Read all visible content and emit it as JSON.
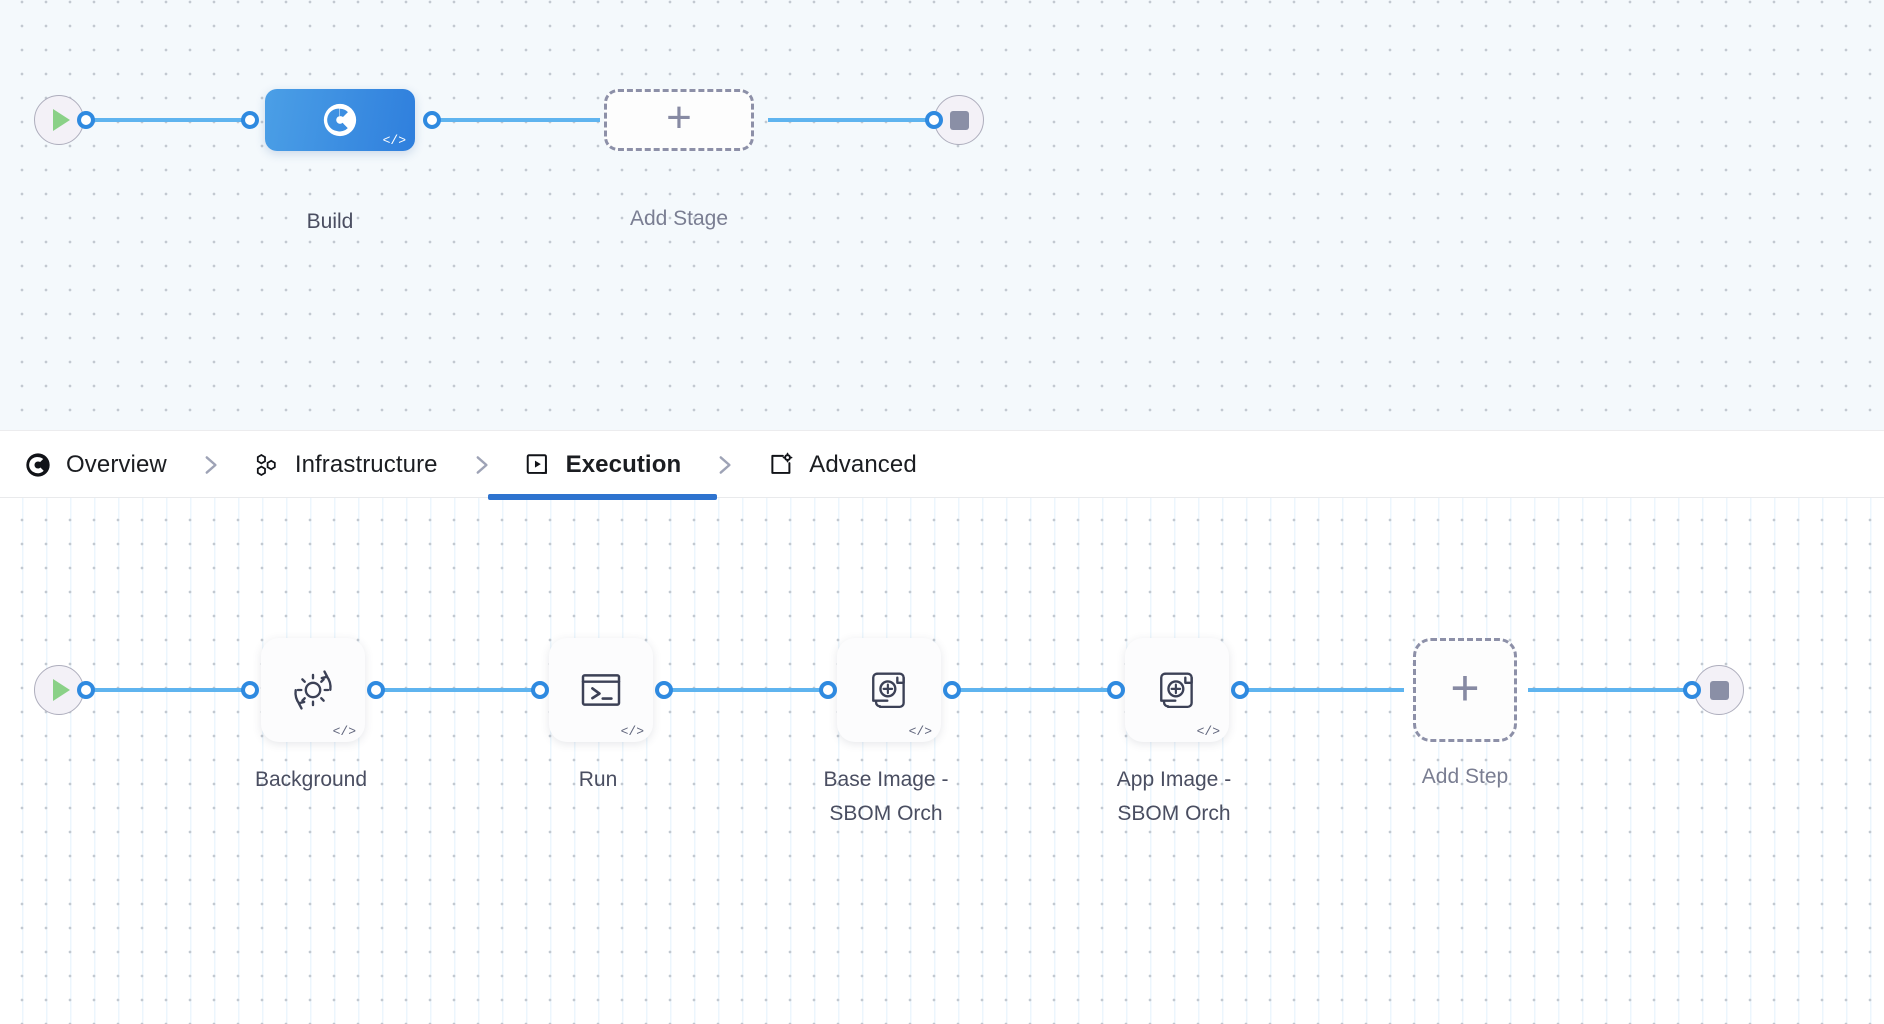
{
  "stage_canvas": {
    "name": "pipeline-stage-canvas",
    "start_node": {
      "icon": "play-icon",
      "label": ""
    },
    "end_node": {
      "icon": "stop-icon",
      "label": ""
    },
    "nodes": [
      {
        "id": "build",
        "type": "stage",
        "label": "Build",
        "icon": "harness-ci-build-icon",
        "badge": "</>"
      },
      {
        "id": "add-stage",
        "type": "add",
        "label": "Add Stage",
        "icon": "plus-icon",
        "badge": ""
      }
    ]
  },
  "tabs": {
    "name": "stage-config-tabs",
    "separator_icon": "chevron-right-icon",
    "items": [
      {
        "id": "overview",
        "label": "Overview",
        "icon": "overview-icon",
        "active": false
      },
      {
        "id": "infrastructure",
        "label": "Infrastructure",
        "icon": "infrastructure-icon",
        "active": false
      },
      {
        "id": "execution",
        "label": "Execution",
        "icon": "execution-icon",
        "active": true
      },
      {
        "id": "advanced",
        "label": "Advanced",
        "icon": "advanced-icon",
        "active": false
      }
    ],
    "active_tab_id": "execution",
    "active_color": "#2e73cf"
  },
  "step_canvas": {
    "name": "pipeline-step-canvas",
    "start_node": {
      "icon": "play-icon"
    },
    "end_node": {
      "icon": "stop-icon"
    },
    "steps": [
      {
        "id": "background",
        "label": "Background",
        "icon": "gear-refresh-icon",
        "badge": "</>"
      },
      {
        "id": "run",
        "label": "Run",
        "icon": "terminal-icon",
        "badge": "</>"
      },
      {
        "id": "base-image-sbom",
        "label": "Base Image -\nSBOM Orch",
        "icon": "scroll-plus-icon",
        "badge": "</>"
      },
      {
        "id": "app-image-sbom",
        "label": "App Image -\nSBOM Orch",
        "icon": "scroll-plus-icon",
        "badge": "</>"
      },
      {
        "id": "add-step",
        "label": "Add Step",
        "icon": "plus-icon",
        "badge": ""
      }
    ]
  },
  "colors": {
    "edge": "#5fb4ef",
    "port_ring": "#2f8ae0",
    "stage_node_start": "#4b9fe6",
    "stage_node_end": "#2f7fdd",
    "canvas_top_bg": "#f4f9fc",
    "canvas_bottom_bg": "#ffffff",
    "label_text": "#4a4e61",
    "dashed_border": "#8d90a8",
    "play_green": "#8ad187",
    "stop_gray": "#8a8fa6"
  }
}
